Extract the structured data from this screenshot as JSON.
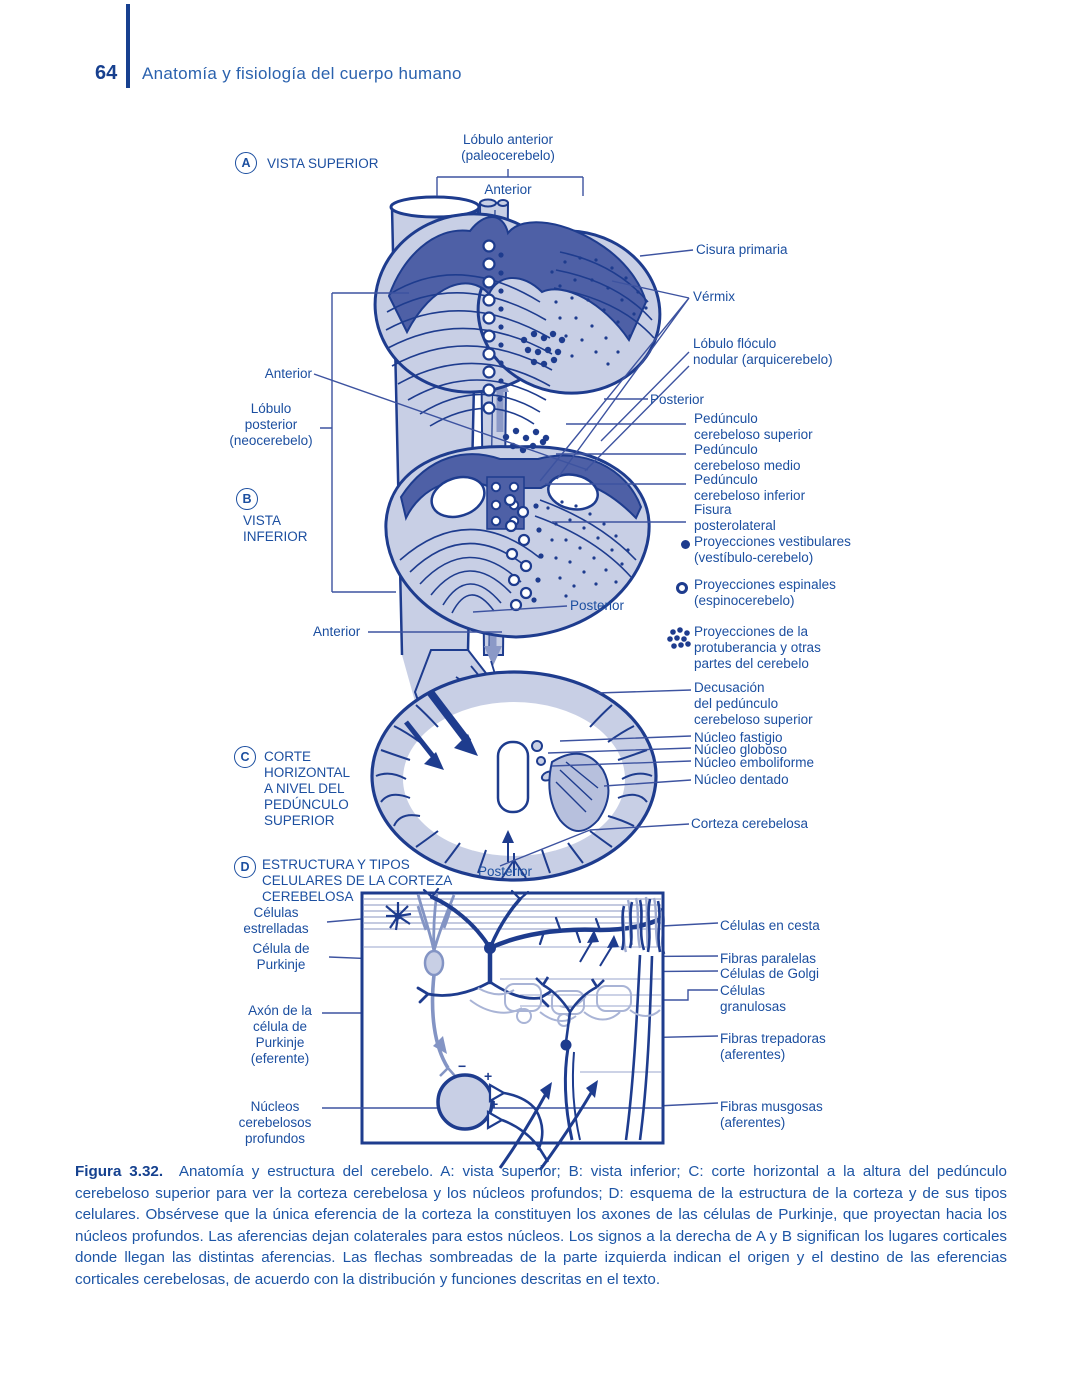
{
  "header": {
    "page_number": "64",
    "title": "Anatomía y fisiología del cuerpo humano"
  },
  "panels": {
    "a": {
      "tag": "A",
      "title": "VISTA SUPERIOR"
    },
    "b": {
      "tag": "B",
      "title": "VISTA\nINFERIOR"
    },
    "c": {
      "tag": "C",
      "title": "CORTE\nHORIZONTAL\nA NIVEL DEL\nPEDÚNCULO\nSUPERIOR"
    },
    "d": {
      "tag": "D",
      "title": "ESTRUCTURA Y TIPOS\nCELULARES DE LA CORTEZA\nCEREBELOSA"
    }
  },
  "labels": {
    "lobulo_anterior": "Lóbulo anterior\n(paleocerebelo)",
    "anterior": "Anterior",
    "posterior": "Posterior",
    "cisura_primaria": "Cisura primaria",
    "vermix": "Vérmix",
    "lobulo_floculo": "Lóbulo flóculo\nnodular (arquicerebelo)",
    "lobulo_posterior": "Lóbulo\nposterior\n(neocerebelo)",
    "ped_sup": "Pedúnculo\ncerebeloso superior",
    "ped_med": "Pedúnculo\ncerebeloso medio",
    "ped_inf": "Pedúnculo\ncerebeloso inferior",
    "fisura_posterolateral": "Fisura\nposterolateral",
    "decusacion": "Decusación\ndel pedúnculo\ncerebeloso superior",
    "nucleo_fastigio": "Núcleo fastigio",
    "nucleo_globoso": "Núcleo globoso",
    "nucleo_emboliforme": "Núcleo emboliforme",
    "nucleo_dentado": "Núcleo dentado",
    "corteza_cerebelosa": "Corteza cerebelosa",
    "celulas_estrelladas": "Células\nestrelladas",
    "celula_purkinje": "Célula de\nPurkinje",
    "axon_purkinje": "Axón de la\ncélula de\nPurkinje\n(eferente)",
    "nucleos_profundos": "Núcleos\ncerebelosos\nprofundos",
    "celulas_cesta": "Células en cesta",
    "fibras_paralelas": "Fibras paralelas",
    "celulas_golgi": "Células de Golgi",
    "celulas_granulosas": "Células\ngranulosas",
    "fibras_trepadoras": "Fibras trepadoras\n(aferentes)",
    "fibras_musgosas": "Fibras musgosas\n(aferentes)"
  },
  "legend": {
    "vestibular": "Proyecciones vestibulares\n(vestíbulo-cerebelo)",
    "espinal": "Proyecciones espinales\n(espinocerebelo)",
    "protuberancia": "Proyecciones de la\nprotuberancia y otras\npartes del cerebelo"
  },
  "signs": {
    "plus": "+",
    "minus": "−"
  },
  "caption": {
    "label": "Figura 3.32.",
    "text": "Anatomía y estructura del cerebelo. A: vista superior; B: vista inferior; C: corte horizontal a la altura del pedúnculo cerebeloso superior para ver la corteza cerebelosa y los núcleos profundos; D: esquema de la estructura de la corteza y de sus tipos celulares. Obsérvese que la única eferencia de la corteza la constituyen los axones de las células de Purkinje, que proyectan hacia los núcleos profundos. Las aferencias dejan colaterales para estos núcleos. Los signos a la derecha de A y B significan los lugares corticales donde llegan las distintas aferencias. Las flechas sombreadas de la parte izquierda indican el origen y el destino de las eferencias corticales cerebelosas, de acuerdo con la distribución y funciones descritas en el texto."
  },
  "colors": {
    "navy": "#1e3c8e",
    "mid_blue": "#4e60a6",
    "light_fill": "#c8cfe5",
    "label_text": "#1c4fa0",
    "caption_text": "#1d55a5"
  }
}
